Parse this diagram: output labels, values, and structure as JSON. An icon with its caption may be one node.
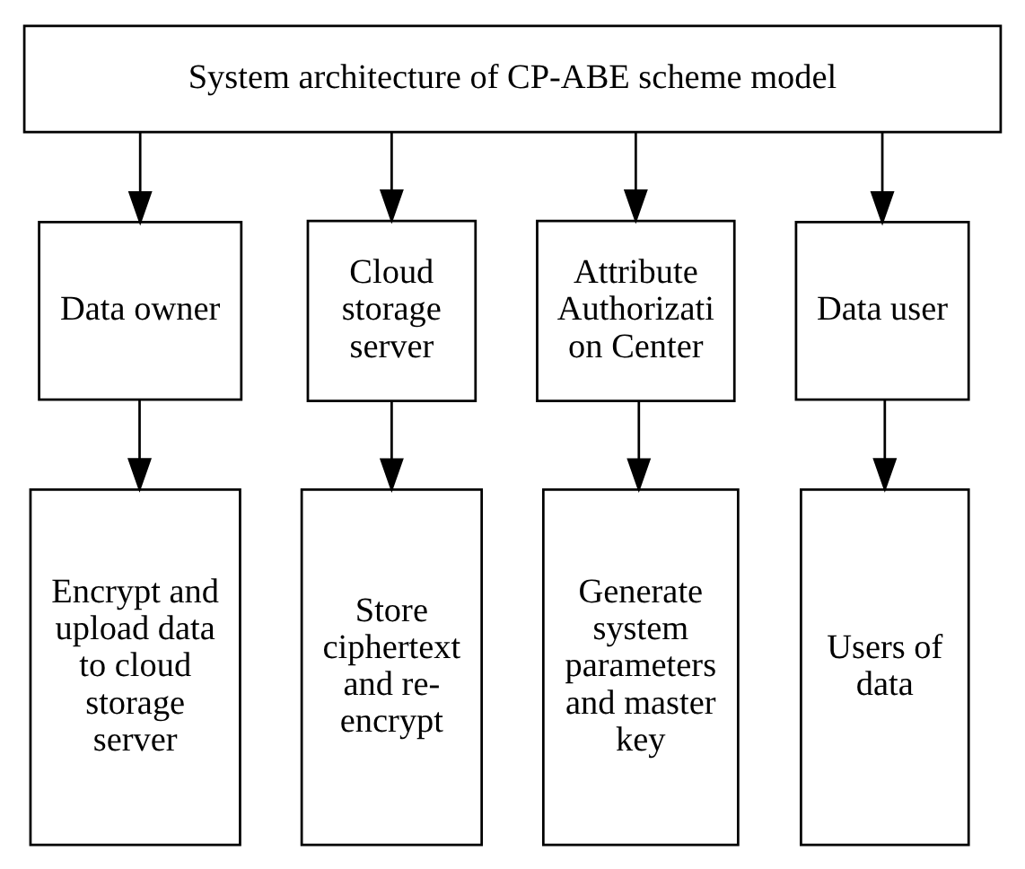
{
  "diagram": {
    "nodes": [
      {
        "text": [
          "System architecture of CP-ABE scheme model"
        ]
      },
      {
        "text": [
          "Data owner"
        ]
      },
      {
        "text": [
          "Cloud storage server"
        ]
      },
      {
        "text": [
          "Attribute Authorizati on Center"
        ]
      },
      {
        "text": [
          "Data user"
        ]
      },
      {
        "text": [
          "Encrypt and upload data to cloud storage server"
        ]
      },
      {
        "text": [
          "Store ciphertext and re- encrypt"
        ]
      },
      {
        "text": [
          "Generate system parameters and master key"
        ]
      },
      {
        "text": [
          "Users of data"
        ]
      }
    ],
    "edges": [
      {
        "from": 0,
        "to": 1,
        "arrow": "to"
      },
      {
        "from": 0,
        "to": 2,
        "arrow": "to"
      },
      {
        "from": 0,
        "to": 3,
        "arrow": "to"
      },
      {
        "from": 0,
        "to": 4,
        "arrow": "to"
      },
      {
        "from": 1,
        "to": 5,
        "arrow": "to"
      },
      {
        "from": 2,
        "to": 6,
        "arrow": "to"
      },
      {
        "from": 3,
        "to": 7,
        "arrow": "to"
      },
      {
        "from": 4,
        "to": 8,
        "arrow": "to"
      }
    ]
  }
}
